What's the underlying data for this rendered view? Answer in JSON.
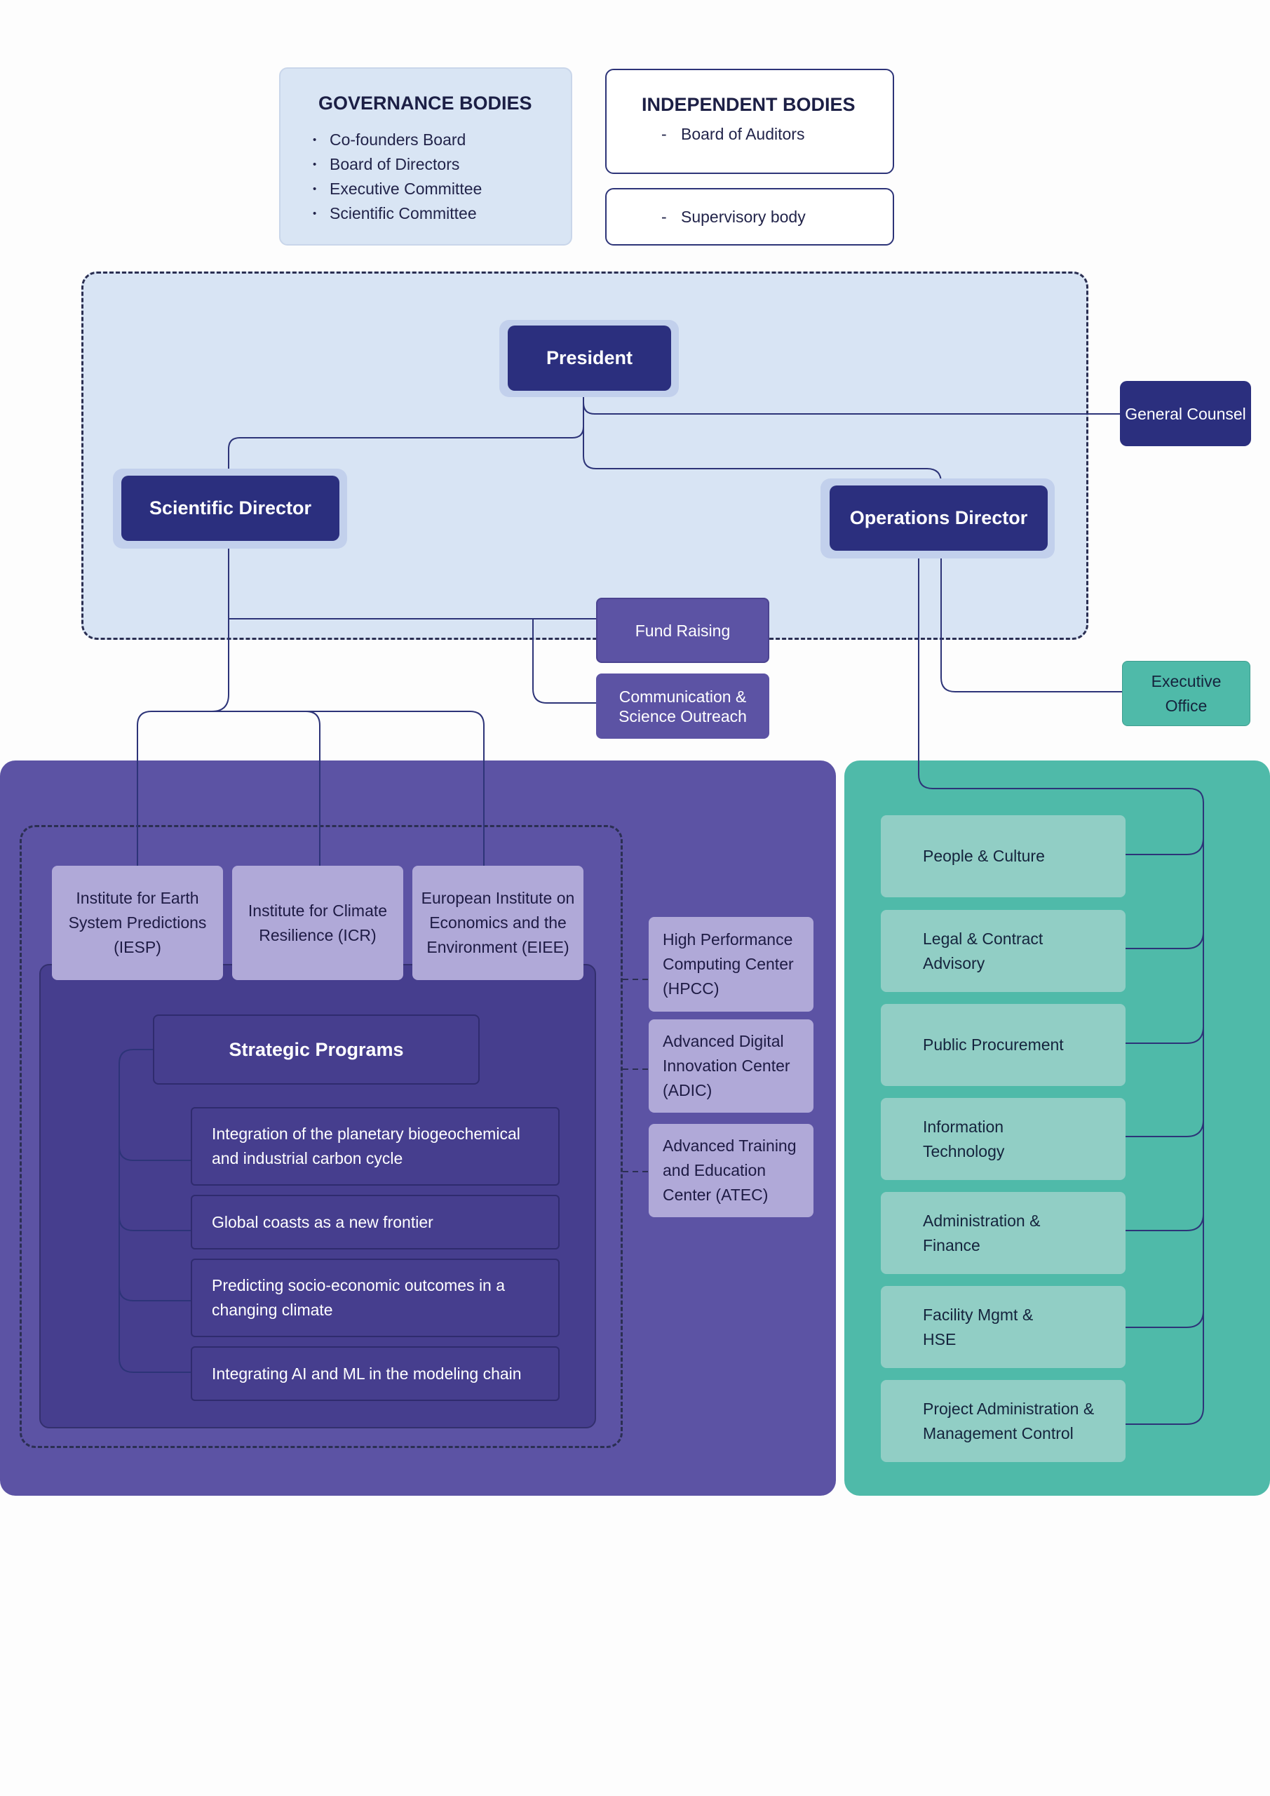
{
  "governance": {
    "title": "GOVERNANCE BODIES",
    "items": [
      "Co-founders Board",
      "Board of Directors",
      "Executive Committee",
      "Scientific Committee"
    ]
  },
  "independent": {
    "title": "INDEPENDENT BODIES",
    "items": [
      "Board of Auditors",
      "Supervisory body"
    ],
    "dash": "-"
  },
  "executive": {
    "president": "President",
    "general_counsel": "General Counsel",
    "scientific_director": "Scientific Director",
    "operations_director": "Operations Director",
    "fund_raising": "Fund Raising",
    "communication": "Communication & Science Outreach",
    "executive_office": "Executive Office"
  },
  "institutes": [
    "Institute for Earth System Predictions (IESP)",
    "Institute for Climate Resilience (ICR)",
    "European Institute on Economics and the Environment (EIEE)"
  ],
  "strategic": {
    "title": "Strategic Programs",
    "programs": [
      "Integration of the planetary biogeochemical and industrial carbon cycle",
      "Global coasts as a new frontier",
      "Predicting socio-economic outcomes in a changing climate",
      "Integrating AI and ML in the modeling chain"
    ]
  },
  "centers": [
    "High Performance Computing Center (HPCC)",
    "Advanced Digital Innovation Center (ADIC)",
    "Advanced Training and Education Center (ATEC)"
  ],
  "operations_units": [
    "People & Culture",
    "Legal & Contract Advisory",
    "Public Procurement",
    "Information Technology",
    "Administration & Finance",
    "Facility Mgmt & HSE",
    "Project Administration & Management Control"
  ],
  "colors": {
    "navy": "#2b2f7e",
    "light_blue": "#d8e4f4",
    "purple": "#5c53a4",
    "lavender": "#b0a9d8",
    "teal": "#4fbaa9",
    "light_teal": "#91cec5"
  }
}
